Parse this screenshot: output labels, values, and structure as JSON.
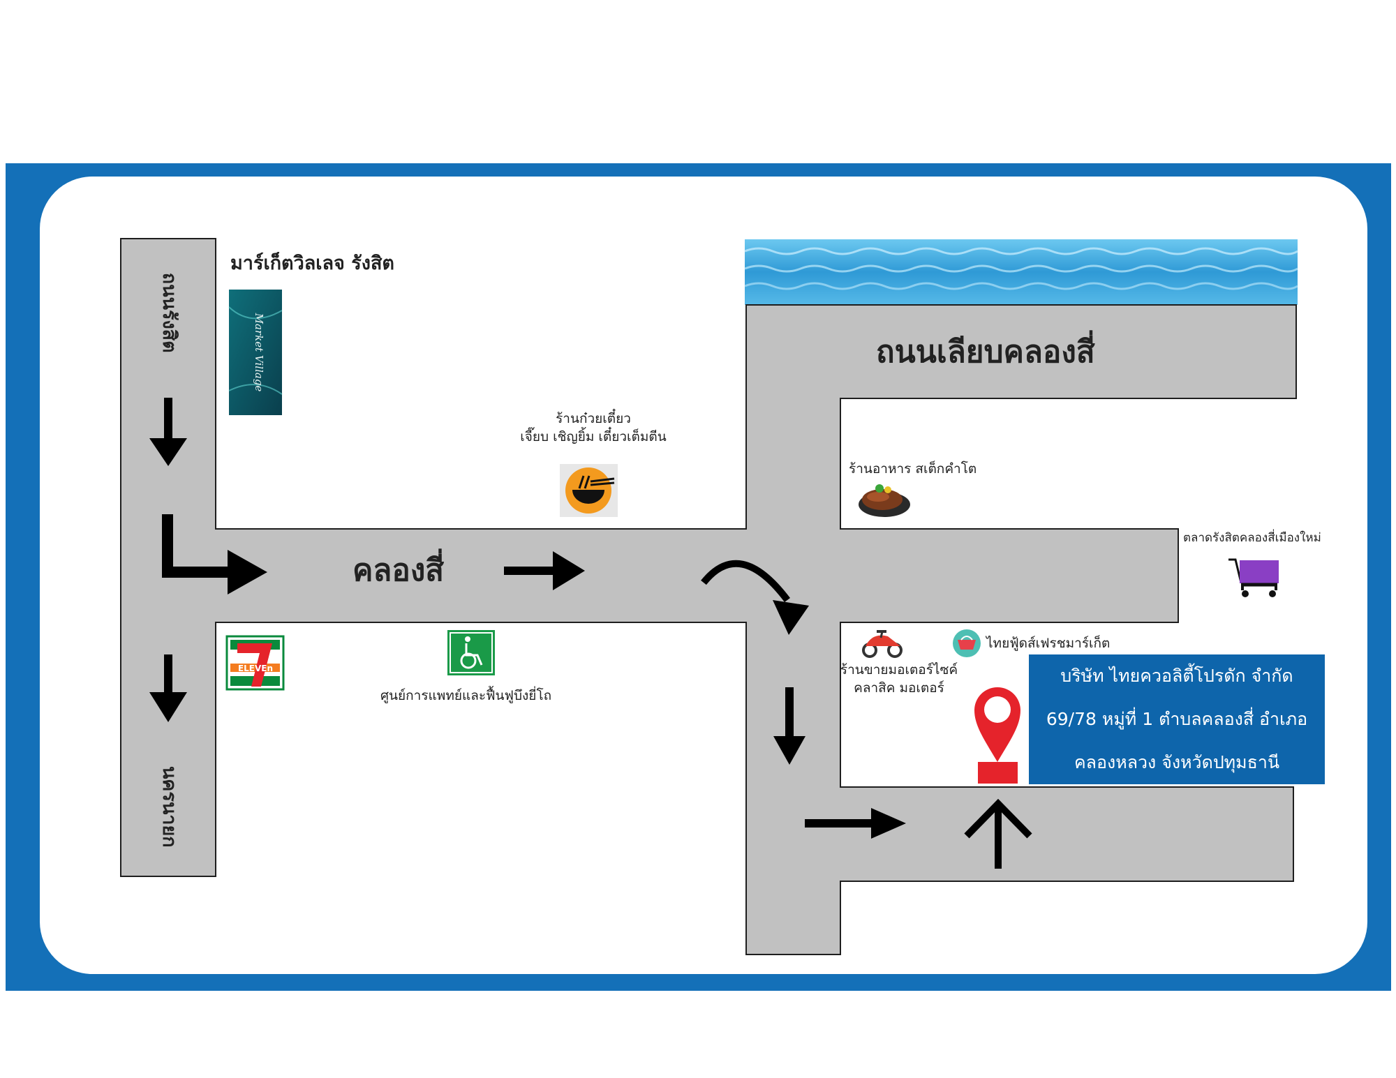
{
  "roads": {
    "rangsit": "ถนนรังสิต",
    "nakhon_nayok": "นครนายก",
    "khlong_si": "คลองสี่",
    "liap_khlong_si": "ถนนเลียบคลองสี่"
  },
  "places": {
    "market_village": "มาร์เก็ตวิลเลจ รังสิต",
    "noodle_shop": [
      "ร้านก๋วยเตี๋ยว",
      "เจี๊ยบ เชิญยิ้ม เตี๋ยวเต็มตีน"
    ],
    "steak_restaurant": "ร้านอาหาร สเต็กคำโต",
    "rangsit_market": "ตลาดรังสิตคลองสี่เมืองใหม่",
    "thai_food_market": "ไทยฟู้ดส์เฟรชมาร์เก็ต",
    "motorcycle_shop": [
      "ร้านขายมอเตอร์ไซค์",
      "คลาสิค มอเตอร์"
    ],
    "rehab_center": "ศูนย์การแพทย์และฟื้นฟูบึงยี่โถ"
  },
  "logos": {
    "market_village_text": "Market Village",
    "seven_eleven_text": "ELEVEn"
  },
  "company_address": {
    "line1": "บริษัท ไทยควอลิตี้โปรดัก จำกัด",
    "line2": "69/78 หมู่ที่ 1 ตำบลคลองสี่ อำเภอ",
    "line3": "คลองหลวง จังหวัดปทุมธานี"
  },
  "colors": {
    "frame_blue": "#1470b8",
    "road_gray": "#c1c1c1",
    "address_box": "#0e65ab",
    "water": "#3aa6dc",
    "pin_red": "#e5232b",
    "seven_green": "#0a8a3c",
    "seven_orange": "#f47c20",
    "noodle_orange": "#f39a1e",
    "cart_purple": "#8a3fc4",
    "rehab_green": "#1a9a48"
  },
  "icons": [
    "market-village-logo",
    "noodle-bowl-icon",
    "steak-icon",
    "shopping-cart-icon",
    "motorcycle-icon",
    "basket-icon",
    "seven-eleven-logo",
    "wheelchair-icon",
    "location-pin-icon"
  ]
}
